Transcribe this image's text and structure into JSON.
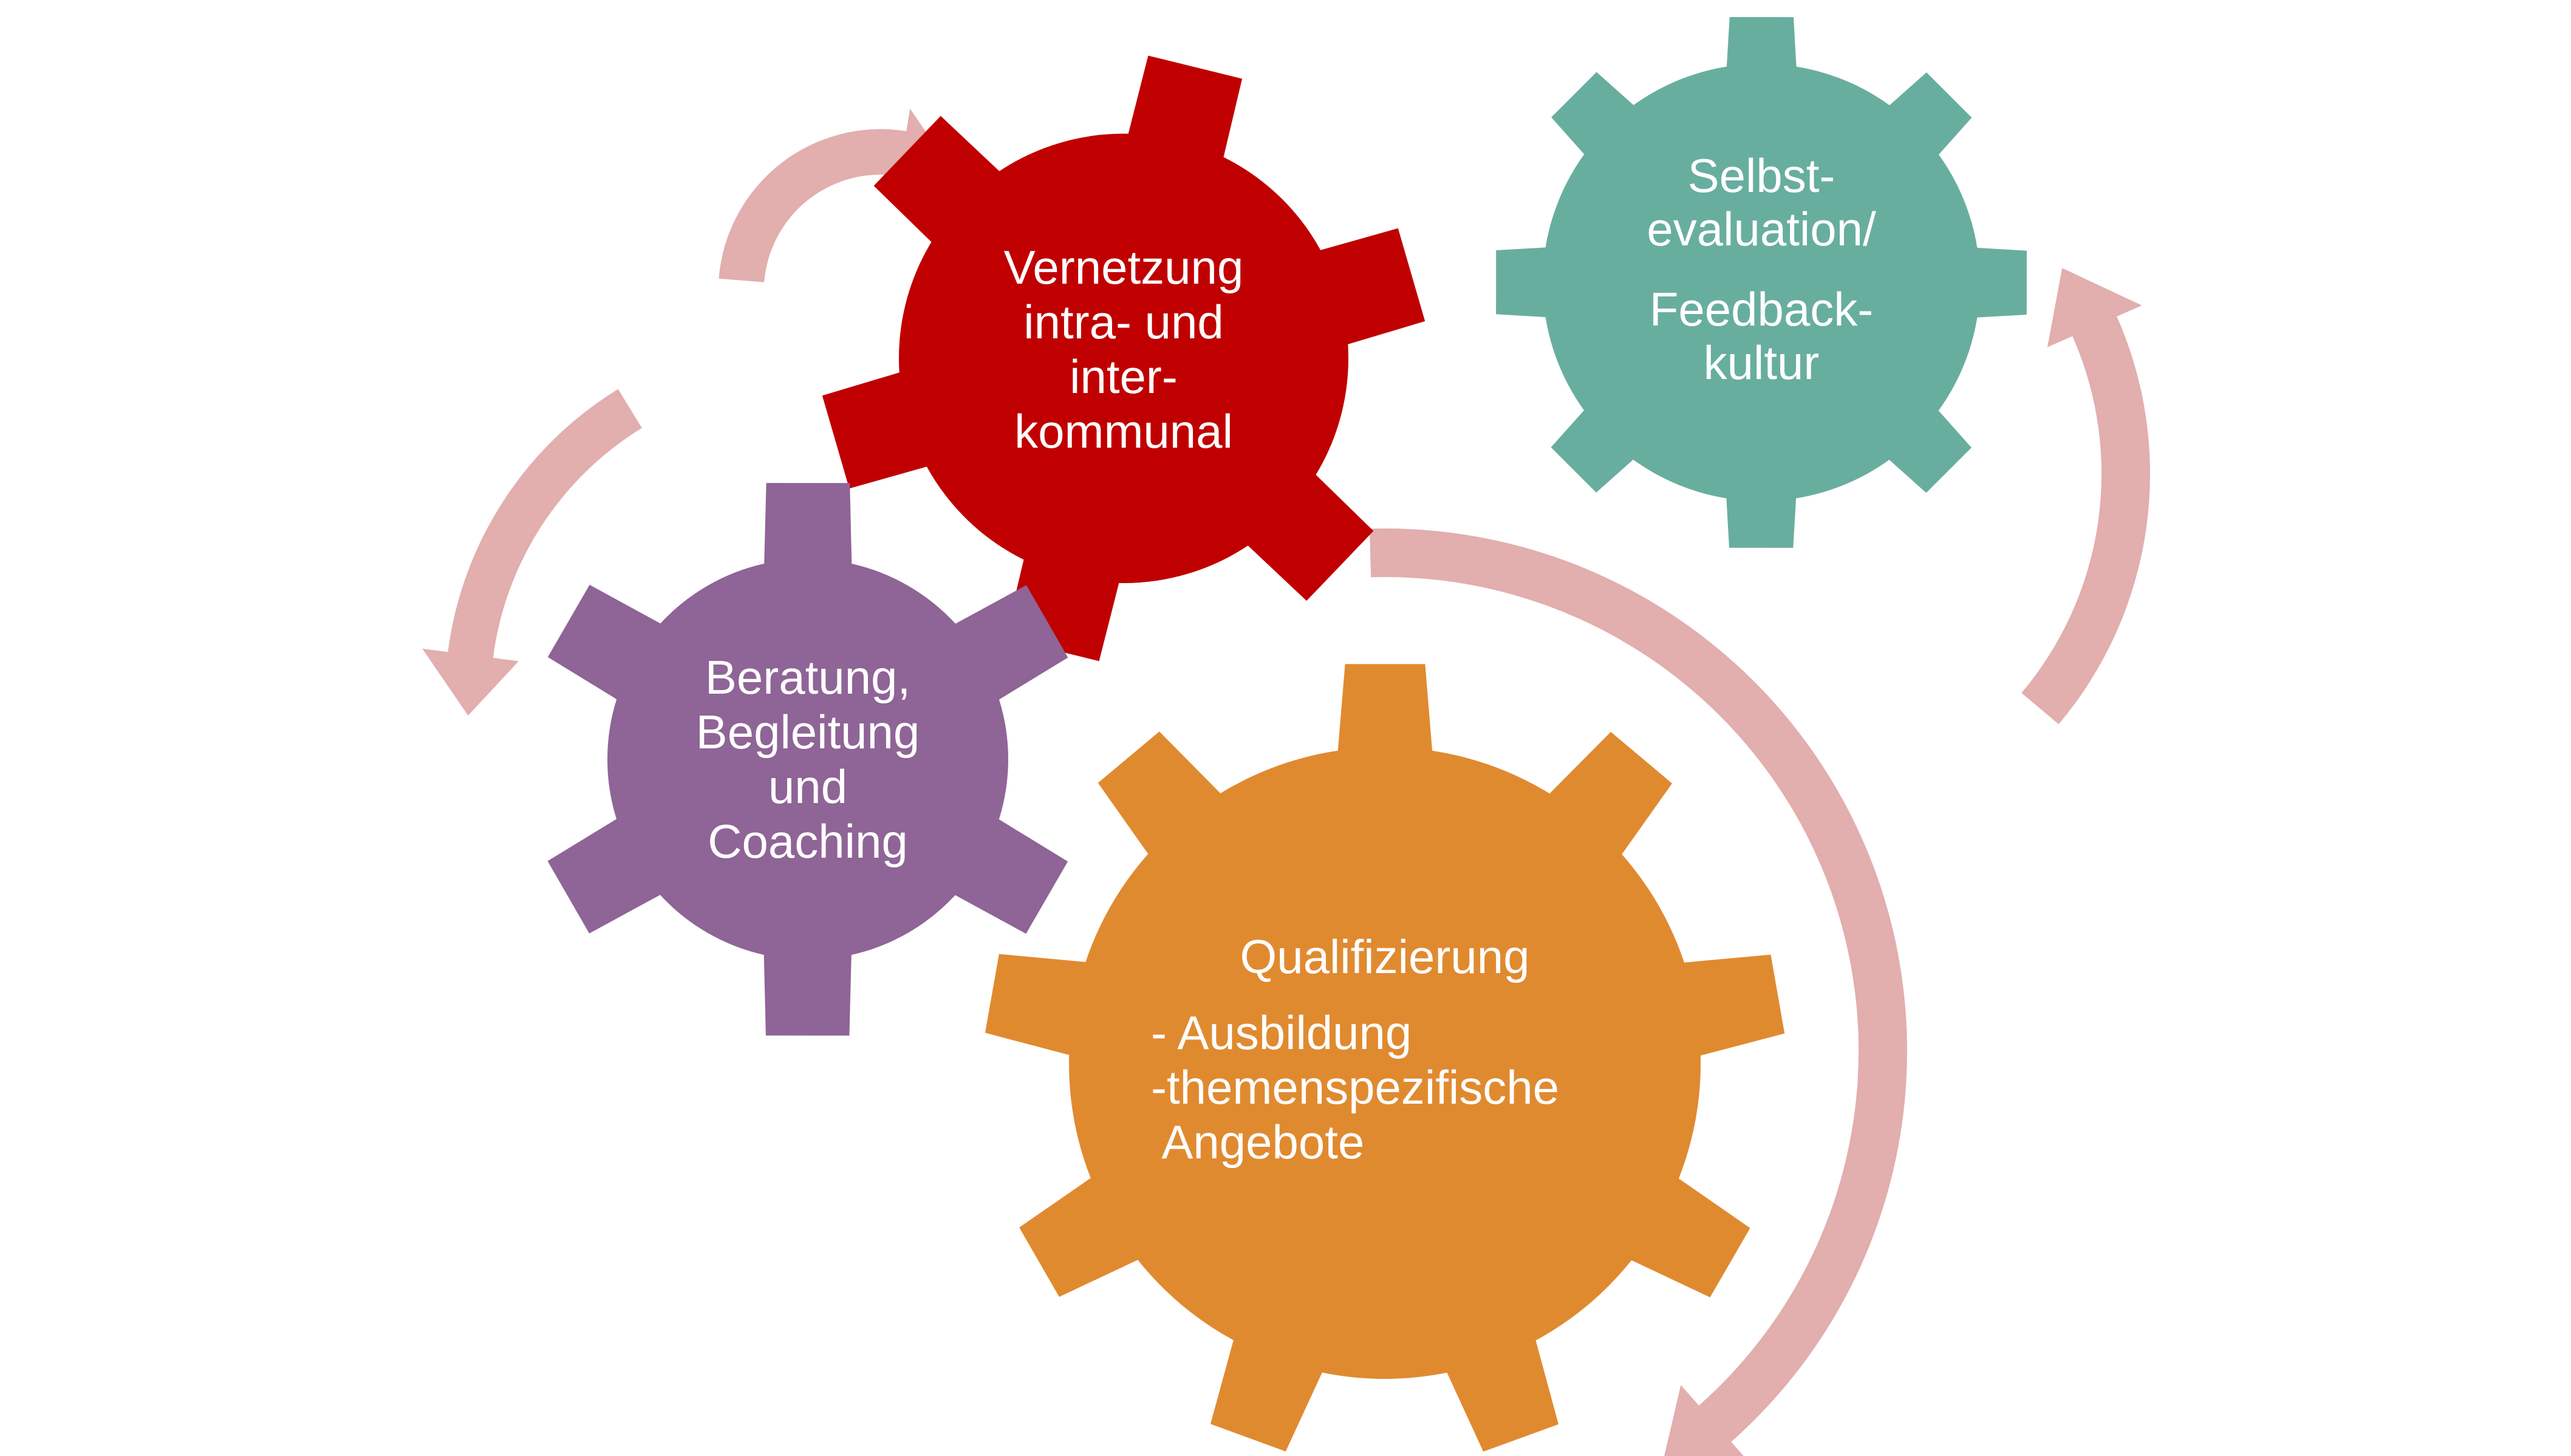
{
  "colors": {
    "arrow": "#e2aeae",
    "gear_red": "#c00000",
    "gear_teal": "#68ae9f",
    "gear_purple": "#8f6496",
    "gear_orange": "#e08a30",
    "text": "#ffffff"
  },
  "gears": [
    {
      "name": "vernetzung",
      "color_key": "gear_red",
      "lines": [
        "Vernetzung",
        "intra- und",
        "inter-",
        "kommunal"
      ]
    },
    {
      "name": "selbstevaluation",
      "color_key": "gear_teal",
      "lines": [
        "Selbst-",
        "evaluation/",
        "",
        "Feedback-",
        "kultur"
      ]
    },
    {
      "name": "beratung",
      "color_key": "gear_purple",
      "lines": [
        "Beratung,",
        "Begleitung",
        "und",
        "Coaching"
      ]
    },
    {
      "name": "qualifizierung",
      "color_key": "gear_orange",
      "title": "Qualifizierung",
      "lines": [
        "- Ausbildung",
        "-themenspezifische",
        " Angebote"
      ]
    }
  ]
}
